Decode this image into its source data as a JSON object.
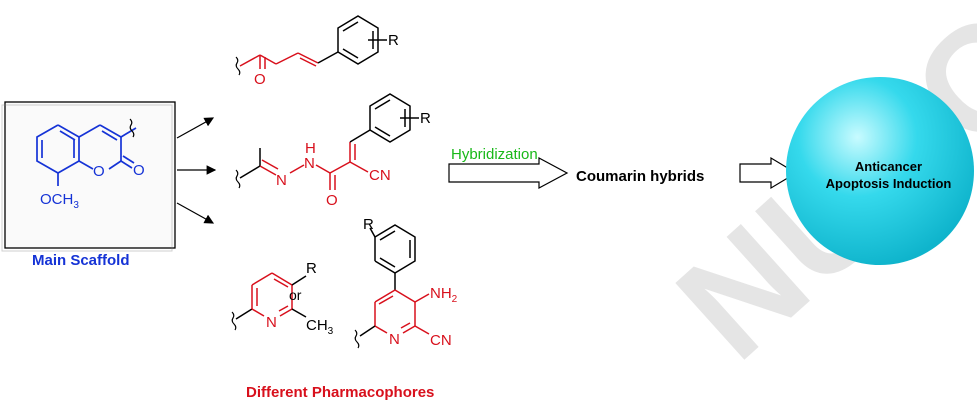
{
  "labels": {
    "main_scaffold": "Main Scaffold",
    "different_pharmacophores": "Different Pharmacophores",
    "hybridization": "Hybridization",
    "coumarin_hybrids": "Coumarin hybrids",
    "anticancer": "Anticancer",
    "apoptosis_induction": "Apoptosis Induction",
    "or": "or",
    "watermark": "NUSCRIPT"
  },
  "atoms": {
    "ketone_o": "O",
    "chalcone_r": "R",
    "hydrazone_n1": "N",
    "hydrazone_n2": "N",
    "hydrazone_h": "H",
    "acryl_o": "O",
    "acryl_cn": "CN",
    "acryl_r": "R",
    "scaffold_ring_o": "O",
    "scaffold_carbonyl_o": "O",
    "scaffold_och3": "OCH",
    "scaffold_och3_sub": "3",
    "pyr1_n": "N",
    "pyr1_r": "R",
    "pyr1_ch3": "CH",
    "pyr1_ch3_sub": "3",
    "pyr2_n": "N",
    "pyr2_r": "R",
    "pyr2_nh2": "NH",
    "pyr2_nh2_sub": "2",
    "pyr2_cn": "CN"
  },
  "colors": {
    "scaffold": "#1533d6",
    "pharmacophore": "#d8101c",
    "bond": "#000000",
    "hybridization": "#18b818",
    "sphere_light": "#c8fbff",
    "sphere_mid": "#35d9ec",
    "sphere_dark": "#0fb4cc",
    "watermark": "#d4d4d4"
  }
}
